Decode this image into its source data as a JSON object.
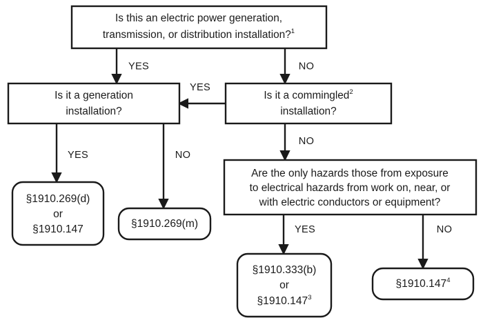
{
  "diagram": {
    "title": "Electric power installation lockout/tagout standard decision flowchart",
    "background_color": "#ffffff",
    "line_color": "#1a1a1a",
    "text_color": "#1a1a1a"
  },
  "nodes": {
    "q1": {
      "name": "question-electric-power-installation",
      "shape": "rectangle",
      "line1": "Is this an electric power generation,",
      "line2": "transmission, or distribution installation?",
      "superscript": "1"
    },
    "q2": {
      "name": "question-generation-installation",
      "shape": "rectangle",
      "line1": "Is it a generation",
      "line2": "installation?",
      "superscript": ""
    },
    "q3": {
      "name": "question-commingled-installation",
      "shape": "rectangle",
      "line1": "Is it a commingled",
      "line2": "installation?",
      "superscript": "2"
    },
    "q4": {
      "name": "question-only-electrical-hazards",
      "shape": "rectangle",
      "line1": "Are the only hazards those from exposure",
      "line2": "to electrical hazards from work on, near, or",
      "line3": "with electric conductors or equipment?",
      "superscript": ""
    },
    "t1": {
      "name": "outcome-269d-or-147",
      "shape": "rounded-rectangle",
      "line1": "§1910.269(d)",
      "line2": "or",
      "line3": "§1910.147",
      "superscript": ""
    },
    "t2": {
      "name": "outcome-269m",
      "shape": "rounded-rectangle",
      "line1": "§1910.269(m)",
      "superscript": ""
    },
    "t3": {
      "name": "outcome-333b-or-147",
      "shape": "rounded-rectangle",
      "line1": "§1910.333(b)",
      "line2": "or",
      "line3": "§1910.147",
      "superscript": "3"
    },
    "t4": {
      "name": "outcome-147",
      "shape": "rounded-rectangle",
      "line1": "§1910.147",
      "superscript": "4"
    }
  },
  "edges": {
    "q1_yes": {
      "label": "YES",
      "from": "q1",
      "to": "q2"
    },
    "q1_no": {
      "label": "NO",
      "from": "q1",
      "to": "q3"
    },
    "q3_yes": {
      "label": "YES",
      "from": "q3",
      "to": "q2"
    },
    "q3_no": {
      "label": "NO",
      "from": "q3",
      "to": "q4"
    },
    "q2_yes": {
      "label": "YES",
      "from": "q2",
      "to": "t1"
    },
    "q2_no": {
      "label": "NO",
      "from": "q2",
      "to": "t2"
    },
    "q4_yes": {
      "label": "YES",
      "from": "q4",
      "to": "t3"
    },
    "q4_no": {
      "label": "NO",
      "from": "q4",
      "to": "t4"
    }
  }
}
